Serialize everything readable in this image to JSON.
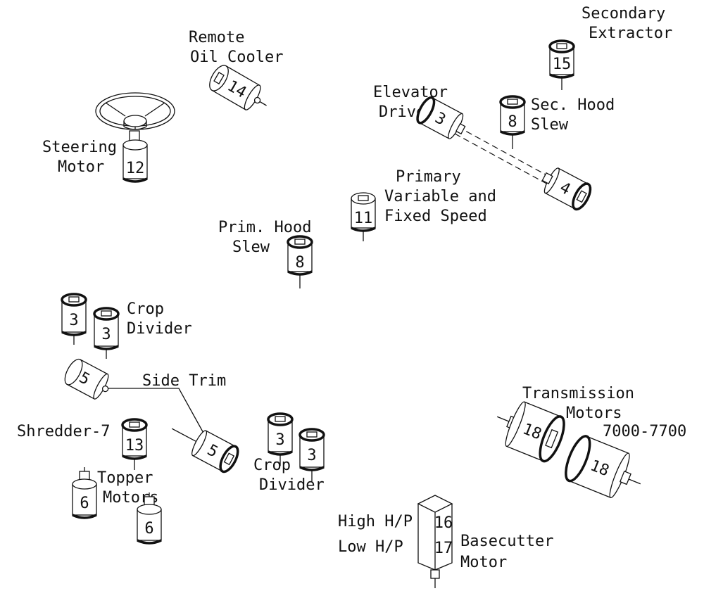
{
  "labels": {
    "remote_oil_cooler_1": "Remote",
    "remote_oil_cooler_2": "Oil Cooler",
    "secondary_extractor_1": "Secondary",
    "secondary_extractor_2": "Extractor",
    "elevator_drive_1": "Elevator",
    "elevator_drive_2": "Drive",
    "sec_hood_slew_1": "Sec. Hood",
    "sec_hood_slew_2": "Slew",
    "steering_motor_1": "Steering",
    "steering_motor_2": "Motor",
    "primary_1": "Primary",
    "primary_2": "Variable and",
    "primary_3": "Fixed Speed",
    "prim_hood_slew_1": "Prim. Hood",
    "prim_hood_slew_2": "Slew",
    "crop_divider_left_1": "Crop",
    "crop_divider_left_2": "Divider",
    "side_trim": "Side Trim",
    "transmission_1": "Transmission",
    "transmission_2": "Motors",
    "transmission_3": "7000-7700",
    "shredder": "Shredder-7",
    "topper_1": "Topper",
    "topper_2": "Motors",
    "crop_divider_right_1": "Crop",
    "crop_divider_right_2": "Divider",
    "high_hp": "High H/P",
    "low_hp": "Low H/P",
    "basecutter_1": "Basecutter",
    "basecutter_2": "Motor"
  },
  "motor_numbers": {
    "remote_oil_cooler": "14",
    "secondary_extractor": "15",
    "elevator_drive_a": "3",
    "elevator_drive_b": "4",
    "sec_hood_slew": "8",
    "steering": "12",
    "primary": "11",
    "prim_hood_slew": "8",
    "crop_divider_left_a": "3",
    "crop_divider_left_b": "3",
    "side_trim_a": "5",
    "side_trim_b": "5",
    "shredder": "13",
    "topper_a": "6",
    "topper_b": "6",
    "crop_divider_right_a": "3",
    "crop_divider_right_b": "3",
    "transmission_a": "18",
    "transmission_b": "18",
    "basecutter_high": "16",
    "basecutter_low": "17"
  }
}
